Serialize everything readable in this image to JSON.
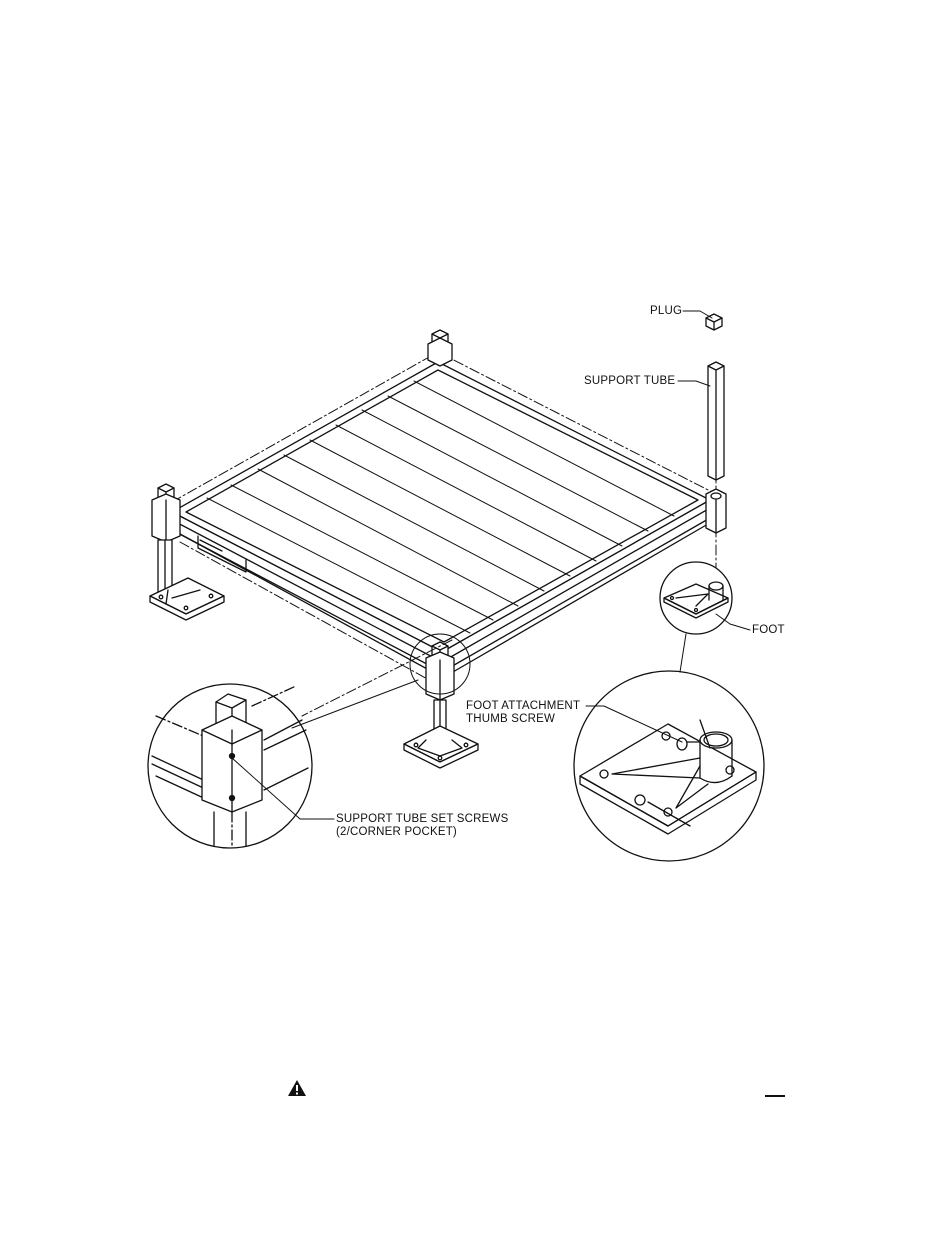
{
  "labels": {
    "plug": "PLUG",
    "support_tube": "SUPPORT TUBE",
    "foot": "FOOT",
    "thumb_screw_line1": "FOOT ATTACHMENT",
    "thumb_screw_line2": "THUMB SCREW",
    "set_screws_line1": "SUPPORT TUBE SET SCREWS",
    "set_screws_line2": "(2/CORNER POCKET)"
  },
  "icons": {
    "warning": "warning-triangle-icon"
  },
  "colors": {
    "ink": "#111111",
    "paper": "#ffffff"
  }
}
